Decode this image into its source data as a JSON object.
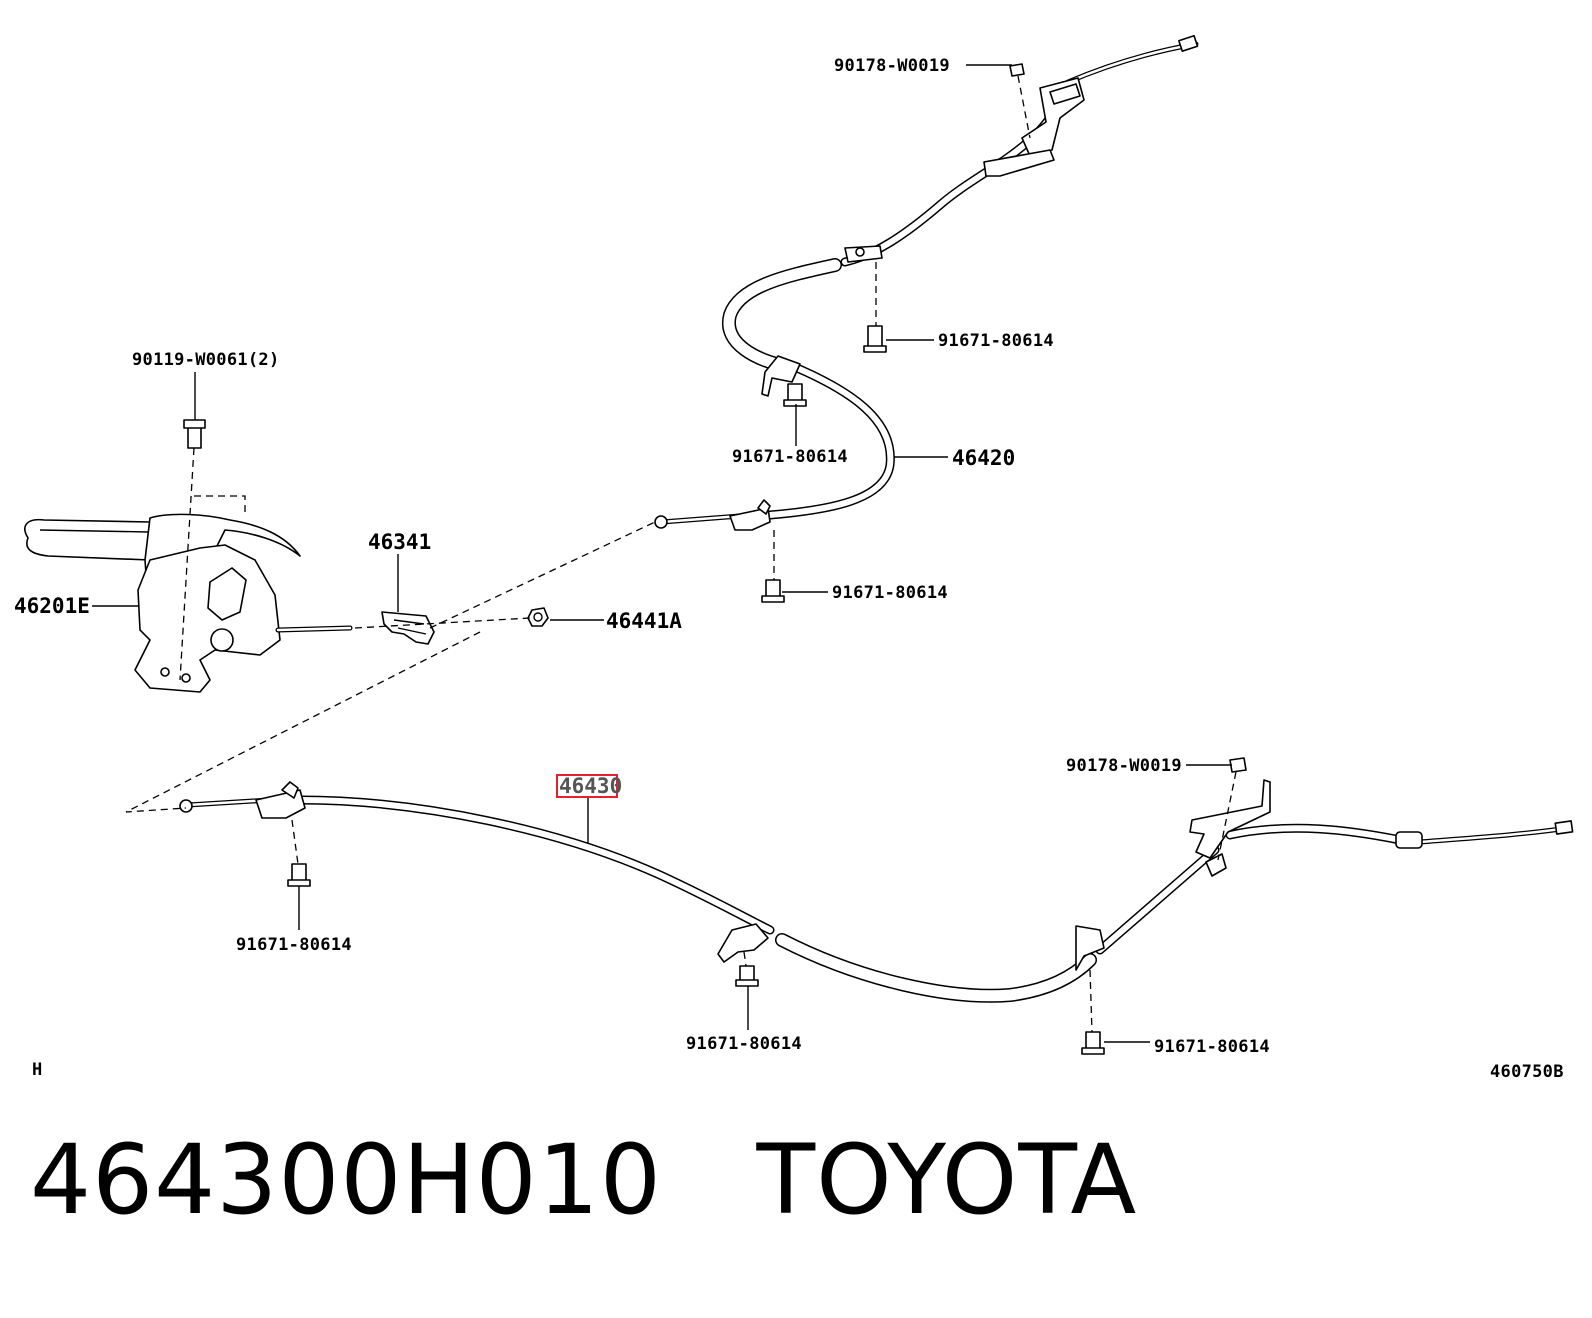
{
  "diagram": {
    "labels": {
      "l_90178_top": "90178-W0019",
      "l_91671_a": "91671-80614",
      "l_90119": "90119-W0061(2)",
      "l_91671_b": "91671-80614",
      "l_46420": "46420",
      "l_46341": "46341",
      "l_46201e": "46201E",
      "l_91671_c": "91671-80614",
      "l_46441a": "46441A",
      "l_46430": "46430",
      "l_90178_bot": "90178-W0019",
      "l_91671_d": "91671-80614",
      "l_91671_e": "91671-80614",
      "l_91671_f": "91671-80614",
      "l_h": "H",
      "l_ref": "460750B"
    },
    "highlight": {
      "part": "46430",
      "color": "#e8202a"
    }
  },
  "caption": {
    "part_number": "464300H010",
    "brand": "TOYOTA"
  }
}
